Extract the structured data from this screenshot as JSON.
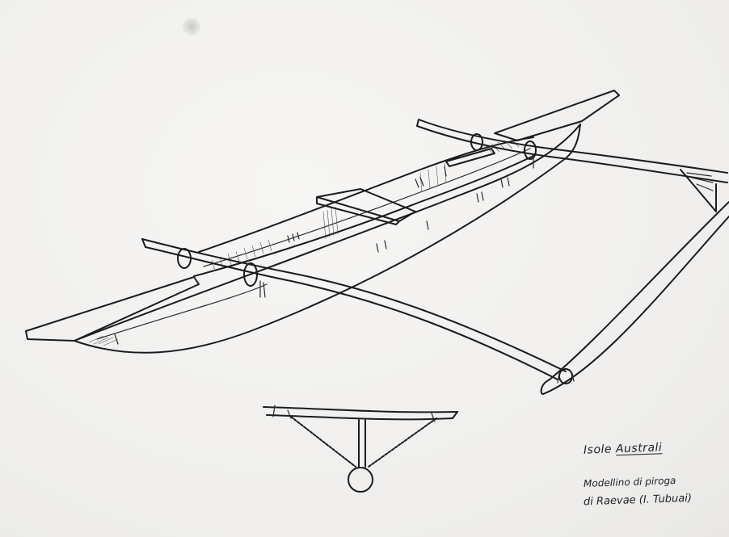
{
  "caption": {
    "region_prefix": "Isole",
    "region_name": "Australi",
    "line1": "Modellino di piroga",
    "line2": "di Raevae (I. Tubuai)"
  },
  "colors": {
    "paper": "#f1f0ee",
    "ink": "#1c1c1c"
  }
}
